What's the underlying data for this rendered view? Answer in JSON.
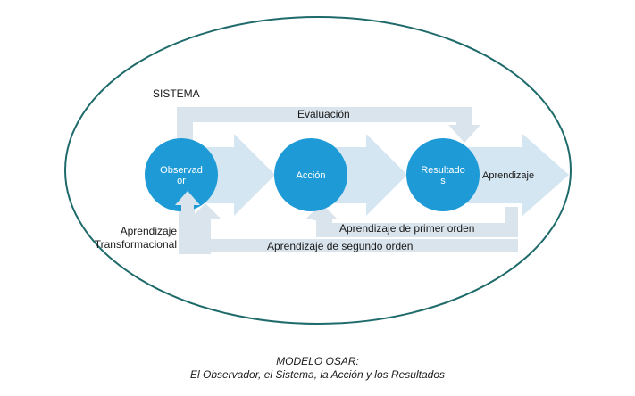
{
  "diagram": {
    "system_label": "SISTEMA",
    "evaluation_label": "Evaluación",
    "nodes": {
      "observer": [
        "Observad",
        "or"
      ],
      "action": "Acción",
      "results": [
        "Resultado",
        "s"
      ]
    },
    "learning_label": "Aprendizaje",
    "first_order_label": "Aprendizaje de primer orden",
    "second_order_label": "Aprendizaje de segundo orden",
    "transformational_label": [
      "Aprendizaje",
      "Transformacional"
    ]
  },
  "caption": {
    "line1": "MODELO OSAR:",
    "line2": "El Observador, el Sistema, la Acción y los Resultados"
  },
  "colors": {
    "ellipse": "#1f6a6a",
    "circle": "#1e9bd6",
    "arrow_fill": "#d4e6f1",
    "feedback_band": "#d9e4ec"
  }
}
